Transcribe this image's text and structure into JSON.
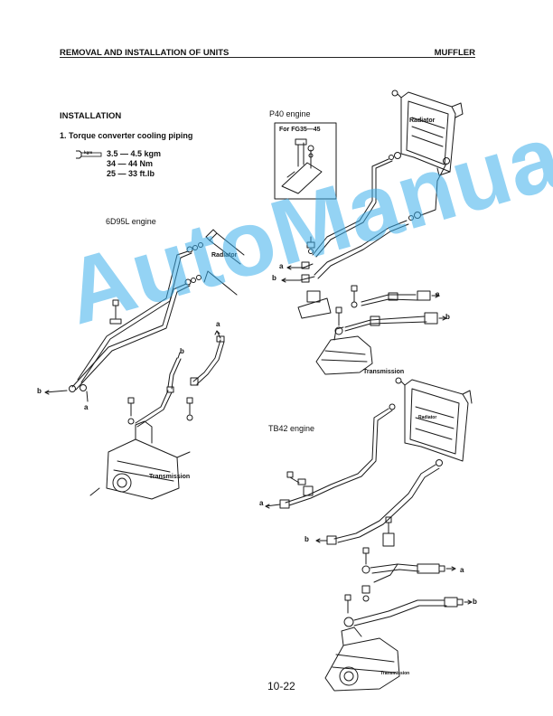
{
  "header": {
    "left": "REMOVAL AND INSTALLATION OF UNITS",
    "right": "MUFFLER"
  },
  "section_title": "INSTALLATION",
  "subsection": "1.  Torque converter cooling piping",
  "torque_icon": "torque-wrench-icon",
  "torque_icon_label": "kgm",
  "torque": [
    "3.5 — 4.5 kgm",
    "34 — 44 Nm",
    "25 — 33 ft.lb"
  ],
  "diagrams": {
    "d6d95l": {
      "caption": "6D95L engine",
      "radiator": "Radiator",
      "transmission": "Transmission",
      "a": "a",
      "b": "b",
      "a2": "a",
      "b2": "b"
    },
    "p40": {
      "caption": "P40 engine",
      "inset": "For FG35—45",
      "radiator": "Radiator",
      "transmission": "Transmission",
      "a": "a",
      "b": "b",
      "a2": "a",
      "b2": "b"
    },
    "tb42": {
      "caption": "TB42 engine",
      "radiator": "Radiator",
      "transmission": "Transmission",
      "a": "a",
      "b": "b",
      "a2": "a",
      "b2": "b"
    }
  },
  "watermark": "AutoManual",
  "page_number": "10-22"
}
